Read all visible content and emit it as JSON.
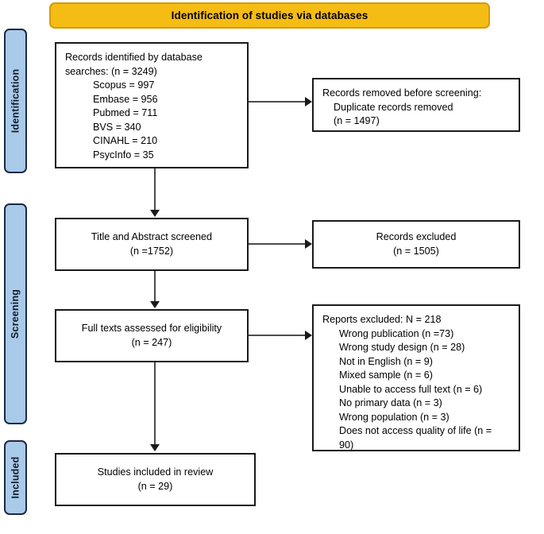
{
  "header": {
    "title": "Identification of studies via databases"
  },
  "stages": [
    {
      "label": "Identification"
    },
    {
      "label": "Screening"
    },
    {
      "label": "Included"
    }
  ],
  "boxes": {
    "identified": {
      "text": "Records identified by database\nsearches: (n = 3249)\n          Scopus = 997\n          Embase = 956\n          Pubmed = 711\n          BVS = 340\n          CINAHL = 210\n          PsycInfo = 35"
    },
    "duplicates_removed": {
      "text": "Records removed before screening:\n    Duplicate records removed\n    (n = 1497)"
    },
    "screened": {
      "text": "Title and Abstract screened\n(n =1752)"
    },
    "records_excluded": {
      "text": "Records excluded\n(n = 1505)"
    },
    "full_texts": {
      "text": "Full texts assessed for eligibility\n(n = 247)"
    },
    "reports_excluded": {
      "text": "Reports excluded: N = 218\n      Wrong publication (n =73)\n      Wrong study design (n = 28)\n      Not in English (n = 9)\n      Mixed sample (n = 6)\n      Unable to access full text (n = 6)\n      No primary data (n = 3)\n      Wrong population (n = 3)\n      Does not access quality of life (n =\n      90)"
    },
    "included": {
      "text": "Studies included in review\n(n = 29)"
    }
  },
  "flow_data": {
    "records_identified_total": 3249,
    "databases": [
      {
        "name": "Scopus",
        "count": 997
      },
      {
        "name": "Embase",
        "count": 956
      },
      {
        "name": "Pubmed",
        "count": 711
      },
      {
        "name": "BVS",
        "count": 340
      },
      {
        "name": "CINAHL",
        "count": 210
      },
      {
        "name": "PsycInfo",
        "count": 35
      }
    ],
    "duplicates_removed": 1497,
    "title_abstract_screened": 1752,
    "records_excluded": 1505,
    "full_texts_assessed": 247,
    "reports_excluded_total": 218,
    "exclusion_reasons": [
      {
        "reason": "Wrong publication",
        "count": 73
      },
      {
        "reason": "Wrong study design",
        "count": 28
      },
      {
        "reason": "Not in English",
        "count": 9
      },
      {
        "reason": "Mixed sample",
        "count": 6
      },
      {
        "reason": "Unable to access full text",
        "count": 6
      },
      {
        "reason": "No primary data",
        "count": 3
      },
      {
        "reason": "Wrong population",
        "count": 3
      },
      {
        "reason": "Does not access quality of life",
        "count": 90
      }
    ],
    "studies_included": 29
  },
  "colors": {
    "header_fill": "#f5bc14",
    "header_border": "#d39b0c",
    "stage_fill": "#a9cae9",
    "stage_border": "#1b2a44",
    "box_border": "#1a1a1a",
    "connector": "#4d4d4d"
  }
}
